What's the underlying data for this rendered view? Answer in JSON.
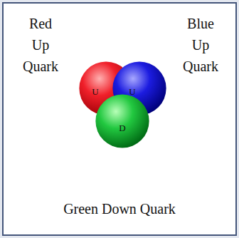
{
  "diagram": {
    "nodes": [
      {
        "text": [
          "U"
        ]
      },
      {
        "text": [
          "U"
        ]
      },
      {
        "text": [
          "D"
        ]
      }
    ],
    "labels": [
      "Red Up Quark",
      "Blue Up Quark",
      "Green Down Quark"
    ]
  }
}
